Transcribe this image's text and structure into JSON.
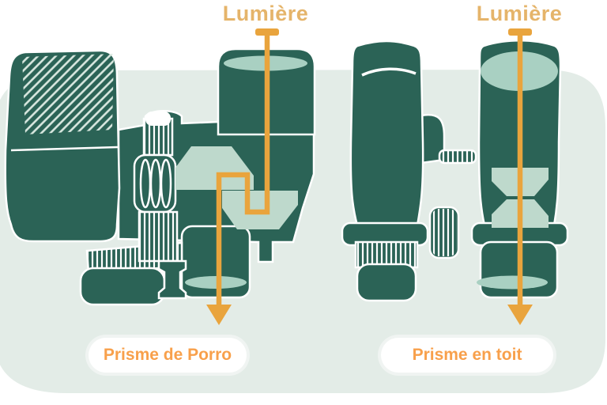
{
  "diagram": {
    "left": {
      "light_label": "Lumière",
      "caption": "Prisme de Porro"
    },
    "right": {
      "light_label": "Lumière",
      "caption": "Prisme en toit"
    }
  },
  "icons": {
    "left_arrow": "zigzag-down-arrow-light-path",
    "right_arrow": "straight-down-arrow-light-path"
  },
  "colors": {
    "body_teal": "#2b6356",
    "prism_pale": "#bed9cc",
    "lens_pale": "#a9d0c2",
    "panel": "#e3ece7",
    "arrow_orange": "#e9a43d",
    "light_label": "#e5b46a",
    "caption_orange": "#f8a04b",
    "pill_white": "#ffffff"
  }
}
